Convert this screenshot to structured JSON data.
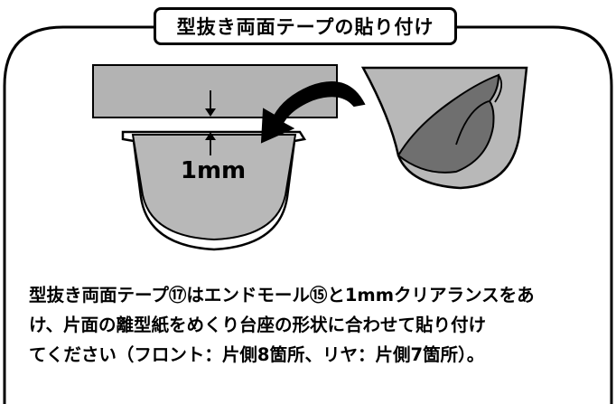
{
  "title": "型抜き両面テープの貼り付け",
  "dimension_label": "1mm",
  "description": {
    "line1": "型抜き両面テープ⑰はエンドモール⑮と1mmクリアランスをあ",
    "line2": "け、片面の離型紙をめくり台座の形状に合わせて貼り付け",
    "line3": "てください（フロント：片側8箇所、リヤ：片側7箇所）。"
  },
  "colors": {
    "outline": "#000000",
    "tape_gray": "#b3b3b3",
    "mold_gray": "#b8b8b8",
    "liner_dark": "#6f6f6f",
    "background": "#ffffff"
  }
}
